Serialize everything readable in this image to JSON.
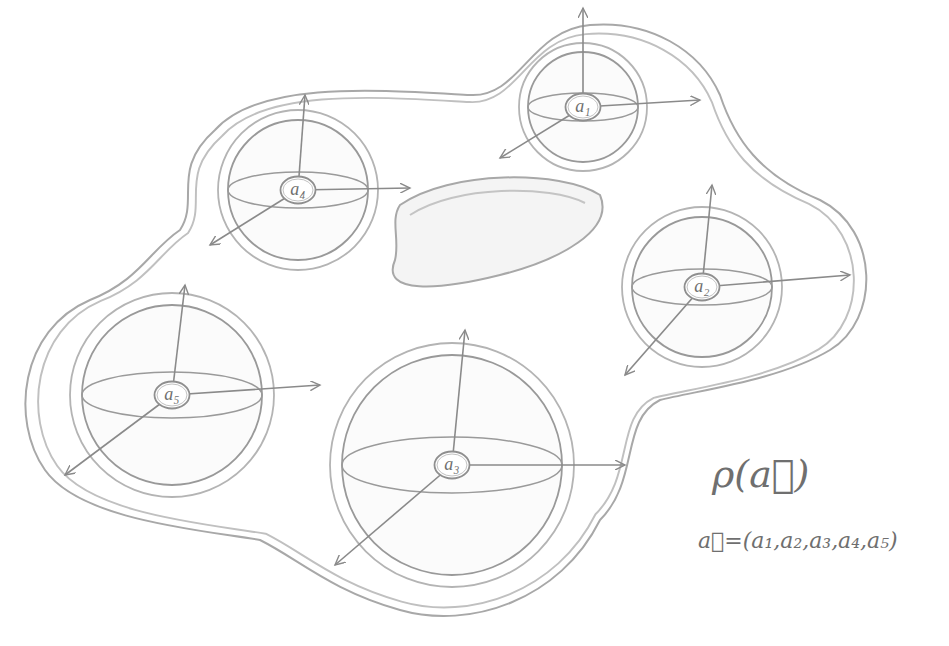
{
  "diagram": {
    "nodes": [
      {
        "text": [
          "a₁"
        ]
      },
      {
        "text": [
          "a₄"
        ]
      },
      {
        "text": [
          "a₂"
        ]
      },
      {
        "text": [
          "a₅"
        ]
      },
      {
        "text": [
          "a₃"
        ]
      }
    ],
    "labels": [
      "ρ(a⃗)",
      "a⃗=(a₁,a₂,a₃,a₄,a₅)"
    ]
  }
}
